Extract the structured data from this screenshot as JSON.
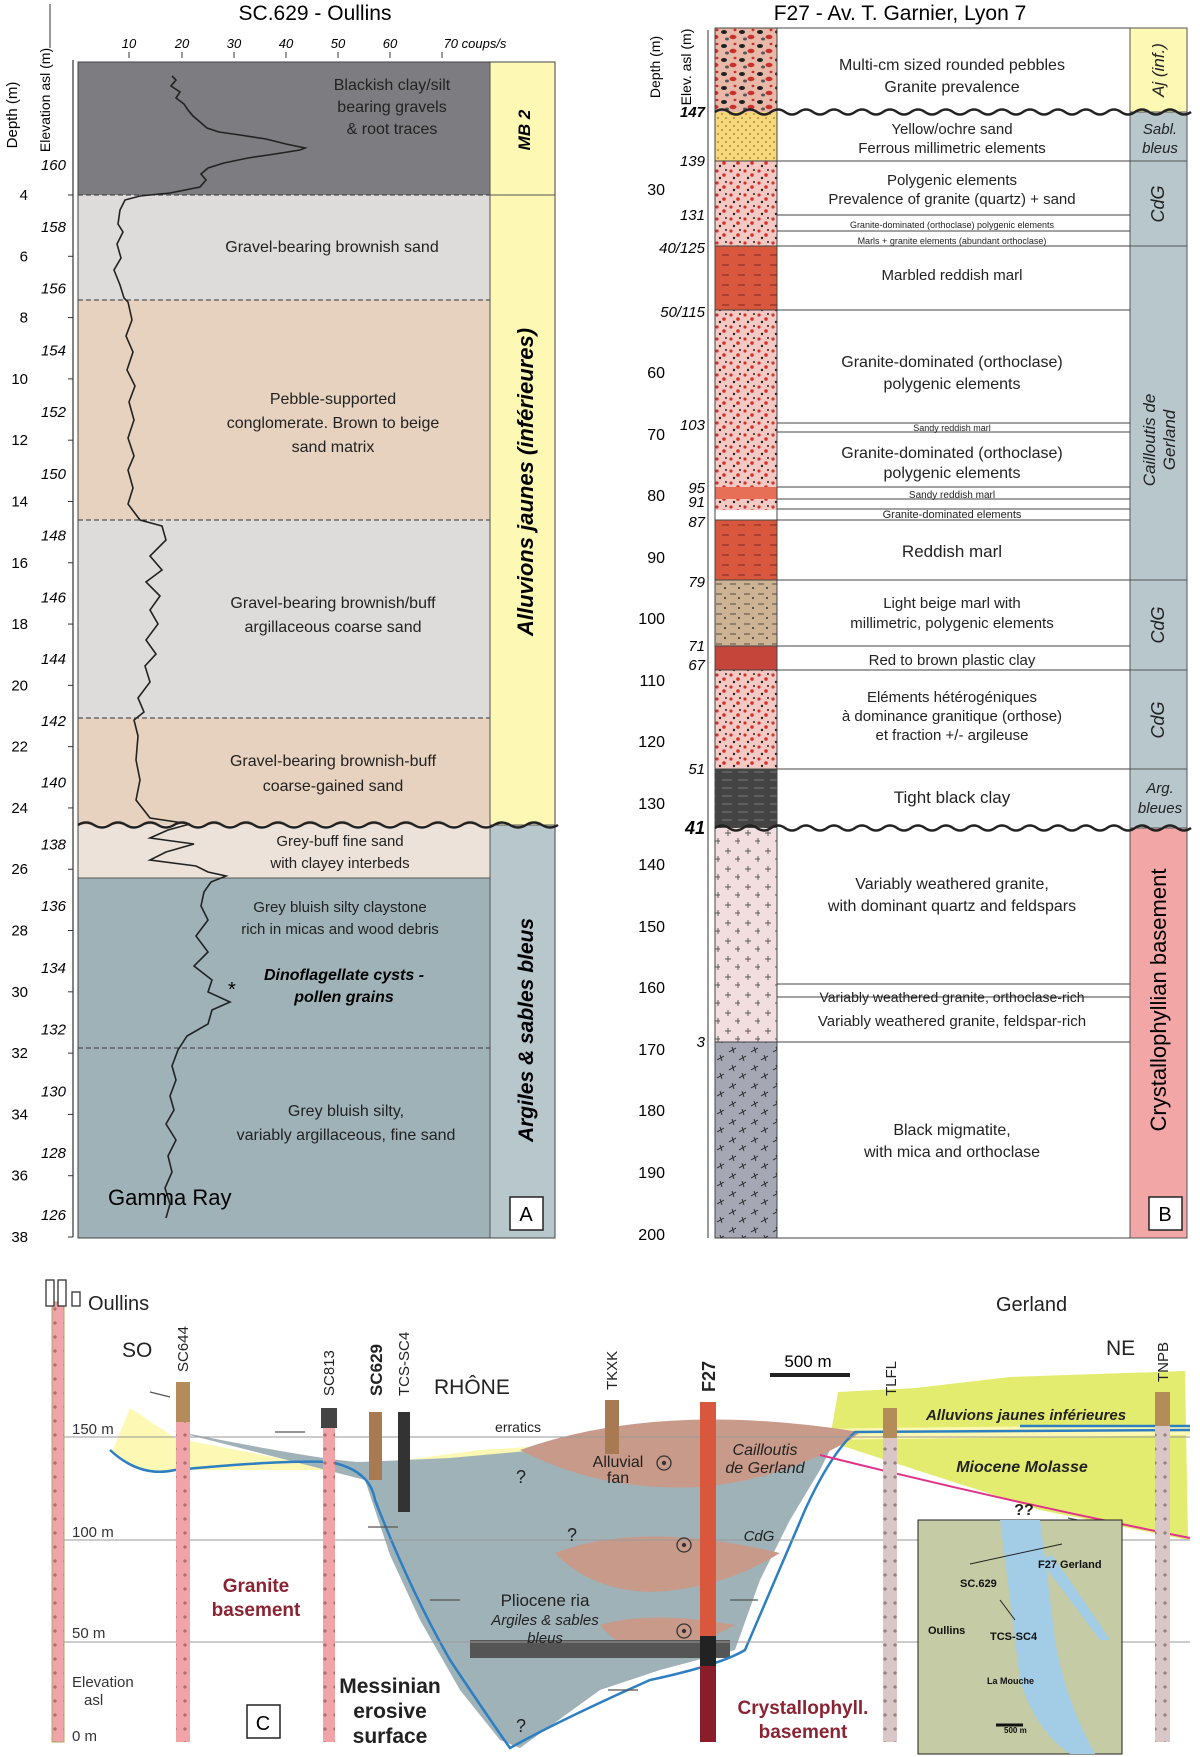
{
  "panel_a": {
    "title": "SC.629 - Oullins",
    "axis_depth_label": "Depth (m)",
    "axis_elev_label": "Elevation asl (m)",
    "gamma_ticks": [
      "10",
      "20",
      "30",
      "40",
      "50",
      "60",
      "70 coups/s"
    ],
    "depth_ticks": [
      "4",
      "6",
      "8",
      "10",
      "12",
      "14",
      "16",
      "18",
      "20",
      "22",
      "24",
      "26",
      "28",
      "30",
      "32",
      "34",
      "36",
      "38"
    ],
    "elev_ticks": [
      "160",
      "158",
      "156",
      "154",
      "152",
      "150",
      "148",
      "146",
      "144",
      "142",
      "140",
      "138",
      "136",
      "134",
      "132",
      "130",
      "128",
      "126"
    ],
    "layers": [
      {
        "lines": [
          "Blackish clay/silt",
          "bearing gravels",
          "& root traces"
        ]
      },
      {
        "lines": [
          "Gravel-bearing brownish sand"
        ]
      },
      {
        "lines": [
          "Pebble-supported",
          "conglomerate. Brown to beige",
          "sand matrix"
        ]
      },
      {
        "lines": [
          "Gravel-bearing brownish/buff",
          "argillaceous coarse sand"
        ]
      },
      {
        "lines": [
          "Gravel-bearing brownish-buff",
          "coarse-gained sand"
        ]
      },
      {
        "lines": [
          "Grey-buff fine sand",
          "with clayey interbeds"
        ]
      },
      {
        "lines": [
          "Grey bluish silty claystone",
          "rich in micas and wood debris"
        ]
      },
      {
        "lines": [
          "Grey bluish silty,",
          "variably argillaceous, fine sand"
        ]
      }
    ],
    "dino_text": [
      "Dinoflagellate cysts -",
      "pollen grains"
    ],
    "star": "*",
    "units": [
      "MB 2",
      "Alluvions jaunes (inférieures)",
      "Argiles & sables bleus"
    ],
    "gamma_label": "Gamma Ray",
    "panel_letter": "A"
  },
  "panel_b": {
    "title": "F27 - Av. T. Garnier, Lyon 7",
    "axis_depth_label": "Depth (m)",
    "axis_elev_label": "Elev. asl (m)",
    "depth_ticks": [
      "30",
      "60",
      "70",
      "80",
      "90",
      "100",
      "110",
      "120",
      "130",
      "140",
      "150",
      "160",
      "170",
      "180",
      "190",
      "200"
    ],
    "elev_marks": [
      "147",
      "139",
      "131",
      "40/125",
      "50/115",
      "103",
      "95",
      "91",
      "87",
      "79",
      "71",
      "67",
      "51",
      "41",
      "3"
    ],
    "layers": [
      {
        "lines": [
          "Multi-cm sized rounded pebbles",
          "Granite prevalence"
        ]
      },
      {
        "lines": [
          "Yellow/ochre sand",
          "Ferrous millimetric elements"
        ]
      },
      {
        "lines": [
          "Polygenic elements",
          "Prevalence of granite (quartz) + sand"
        ]
      },
      {
        "lines": [
          "Granite-dominated (orthoclase) polygenic elements"
        ]
      },
      {
        "lines": [
          "Marls + granite elements (abundant orthoclase)"
        ]
      },
      {
        "lines": [
          "Marbled reddish marl"
        ]
      },
      {
        "lines": [
          "Granite-dominated (orthoclase)",
          "polygenic elements"
        ]
      },
      {
        "lines": [
          "Sandy reddish marl"
        ]
      },
      {
        "lines": [
          "Granite-dominated (orthoclase)",
          "polygenic elements"
        ]
      },
      {
        "lines": [
          "Sandy reddish marl"
        ]
      },
      {
        "lines": [
          "Granite-dominated elements"
        ]
      },
      {
        "lines": [
          "Reddish marl"
        ]
      },
      {
        "lines": [
          "Light beige marl with",
          "millimetric, polygenic elements"
        ]
      },
      {
        "lines": [
          "Red to brown plastic clay"
        ]
      },
      {
        "lines": [
          "Eléments hétérogéniques",
          "à dominance granitique (orthose)",
          "et fraction +/- argileuse"
        ]
      },
      {
        "lines": [
          "Tight black clay"
        ]
      },
      {
        "lines": [
          "Variably weathered granite,",
          "with dominant quartz and feldspars"
        ]
      },
      {
        "lines": [
          "Variably weathered granite, orthoclase-rich"
        ]
      },
      {
        "lines": [
          "Variably weathered granite, feldspar-rich"
        ]
      },
      {
        "lines": [
          "Black migmatite,",
          "with mica and orthoclase"
        ]
      }
    ],
    "units": [
      "Aj (inf.)",
      "Sabl.",
      "bleus",
      "CdG",
      "Cailloutis de",
      "Gerland",
      "CdG",
      "CdG",
      "Arg.",
      "bleues",
      "Crystallophyllian basement"
    ],
    "panel_letter": "B"
  },
  "panel_c": {
    "wells": [
      "SC644",
      "SC813",
      "SC629",
      "TCS-SC4",
      "TKXK",
      "F27",
      "TLFL",
      "TNPB"
    ],
    "places": [
      "Oullins",
      "SO",
      "RHÔNE",
      "Gerland",
      "NE"
    ],
    "scale_bar": "500 m",
    "elevations": [
      "150 m",
      "100 m",
      "50 m",
      "Elevation",
      "asl",
      "0 m"
    ],
    "labels": {
      "erratics": "erratics",
      "alluvial_fan": [
        "Alluvial",
        "fan"
      ],
      "cailloutis": [
        "Cailloutis",
        "de Gerland"
      ],
      "cdg": "CdG",
      "alluvions": "Alluvions jaunes inférieures",
      "molasse": "Miocene Molasse",
      "qq": "??",
      "q": "?",
      "ria": [
        "Pliocene ria",
        "Argiles & sables",
        "bleus"
      ],
      "granite": [
        "Granite",
        "basement"
      ],
      "messinian": [
        "Messinian",
        "erosive",
        "surface"
      ],
      "crystallo": [
        "Crystallophyll.",
        "basement"
      ]
    },
    "map_labels": [
      "F27 Gerland",
      "SC.629",
      "Oullins",
      "TCS-SC4",
      "La Mouche",
      "500 m"
    ],
    "panel_letter": "C"
  },
  "colors": {
    "mb2": "#7d7c80",
    "sand_light": "#dedbdb",
    "sand_beige": "#e6d2bf",
    "blue_grey": "#9fb2b8",
    "yellow": "#fdf8b4",
    "pink": "#f1a3a8",
    "marl": "#d3503a",
    "fan": "#c89a8a",
    "molasse": "#e4ec6f",
    "blue_line": "#2e7fc1"
  }
}
